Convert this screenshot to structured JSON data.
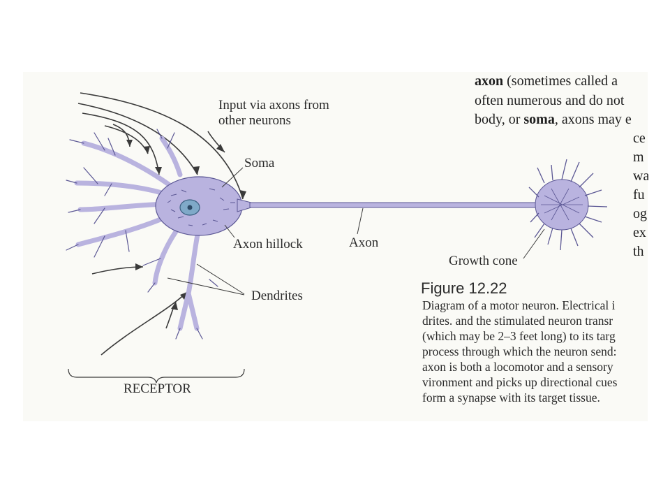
{
  "colors": {
    "neuron_fill": "#b9b3df",
    "neuron_stroke": "#5b5794",
    "nucleus_fill": "#7fa9c8",
    "line": "#3a3a3a"
  },
  "labels": {
    "input": [
      "Input via axons from",
      "other neurons"
    ],
    "soma": "Soma",
    "axon_hillock": "Axon hillock",
    "axon": "Axon",
    "dendrites": "Dendrites",
    "growth_cone": "Growth cone",
    "receptor": "RECEPTOR"
  },
  "body_text": {
    "line1": {
      "bold": "axon",
      "rest": " (sometimes called a"
    },
    "line2": "often numerous and do not",
    "line3": {
      "pre": "body, or ",
      "bold": "soma",
      "rest": ", axons may e"
    },
    "fragments": [
      "ce",
      "m",
      "wa",
      "fu",
      "og",
      "ex",
      "th"
    ]
  },
  "figure": {
    "title": "Figure 12.22",
    "caption": [
      "Diagram of a motor neuron. Electrical i",
      "drites. and the stimulated neuron transr",
      "(which may be 2–3 feet long) to its targ",
      "process through which the neuron send:",
      "axon is both a locomotor and a sensory",
      "vironment and picks up directional cues",
      "form a synapse with its target tissue."
    ]
  }
}
